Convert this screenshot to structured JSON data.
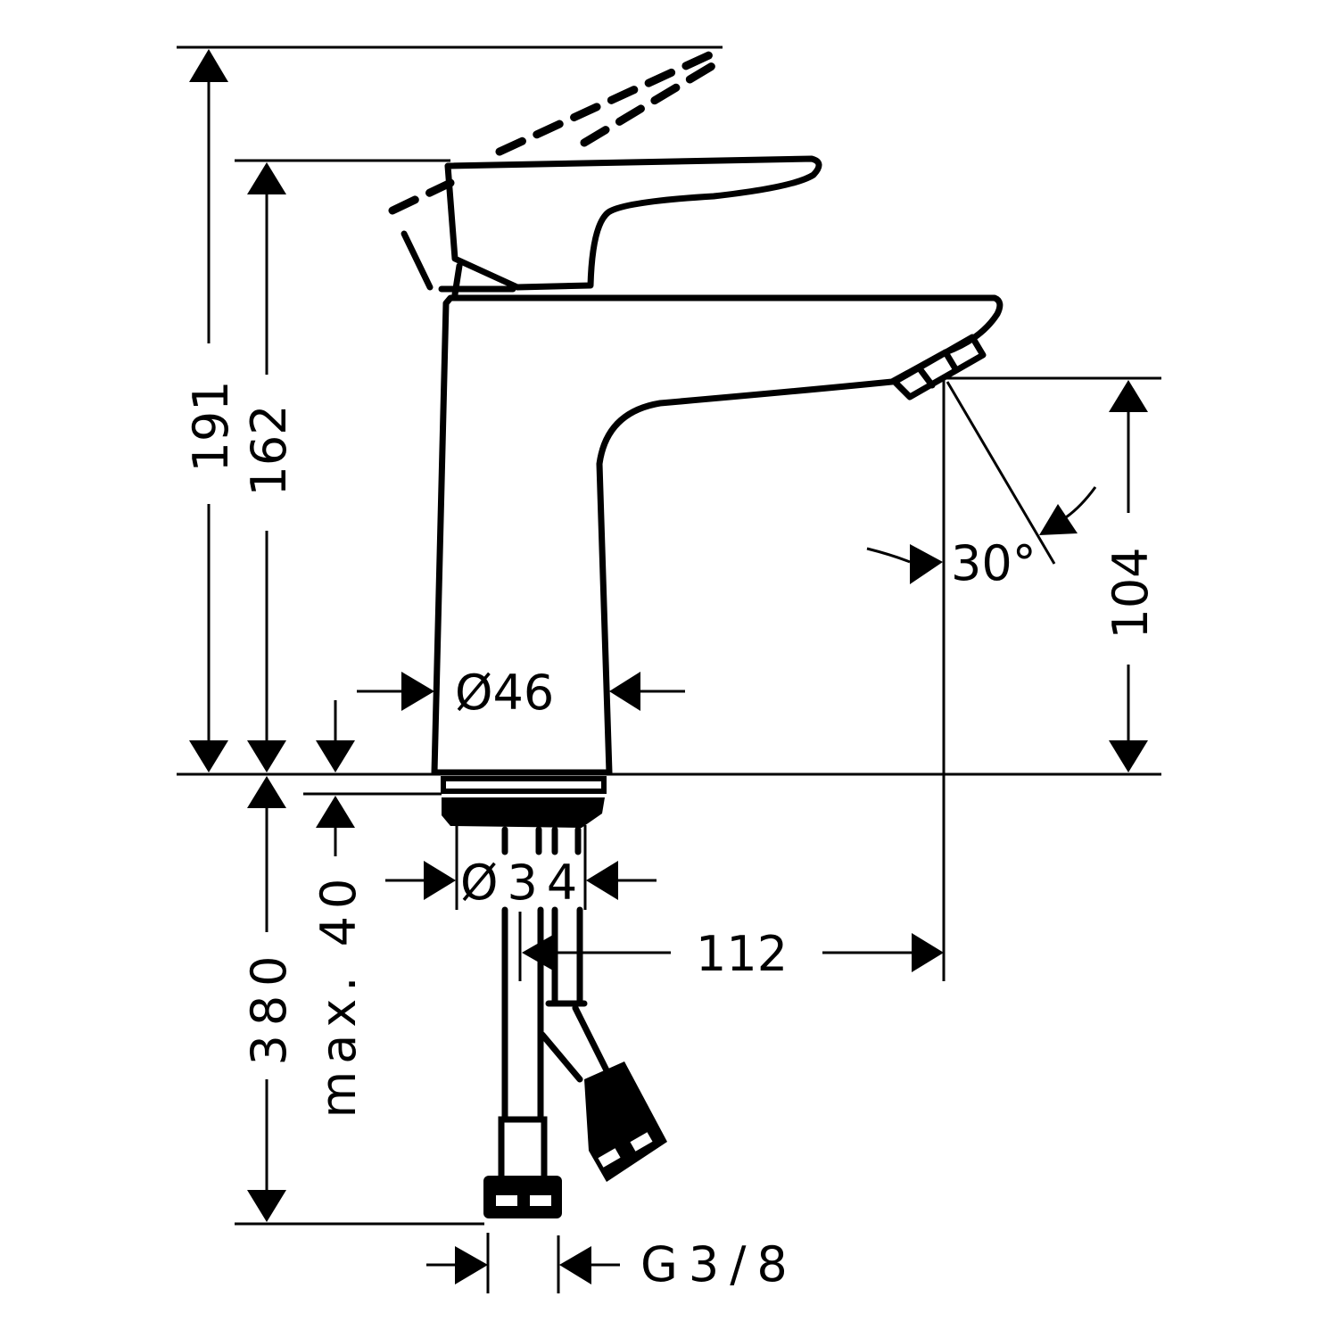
{
  "drawing": {
    "subject": "Single-lever basin mixer tap — dimensioned side elevation",
    "line_color": "#000000",
    "background": "#ffffff",
    "dimensions": {
      "overall_height_lever_open": {
        "label": "191",
        "unit": "mm",
        "orientation": "vertical"
      },
      "height_lever_closed": {
        "label": "162",
        "unit": "mm",
        "orientation": "vertical"
      },
      "spout_outlet_height": {
        "label": "104",
        "unit": "mm",
        "orientation": "vertical"
      },
      "spout_angle": {
        "label": "30°",
        "orientation": "angular"
      },
      "body_diameter": {
        "label": "Ø46",
        "unit": "mm",
        "orientation": "horizontal"
      },
      "mounting_thread_diameter": {
        "label": "Ø34",
        "unit": "mm",
        "orientation": "horizontal"
      },
      "max_deck_thickness": {
        "label": "max. 40",
        "unit": "mm",
        "orientation": "vertical"
      },
      "supply_hose_length": {
        "label": "380",
        "unit": "mm",
        "orientation": "vertical"
      },
      "spout_projection": {
        "label": "112",
        "unit": "mm",
        "orientation": "horizontal"
      },
      "connection_thread": {
        "label": "G3/8",
        "orientation": "horizontal"
      }
    }
  }
}
